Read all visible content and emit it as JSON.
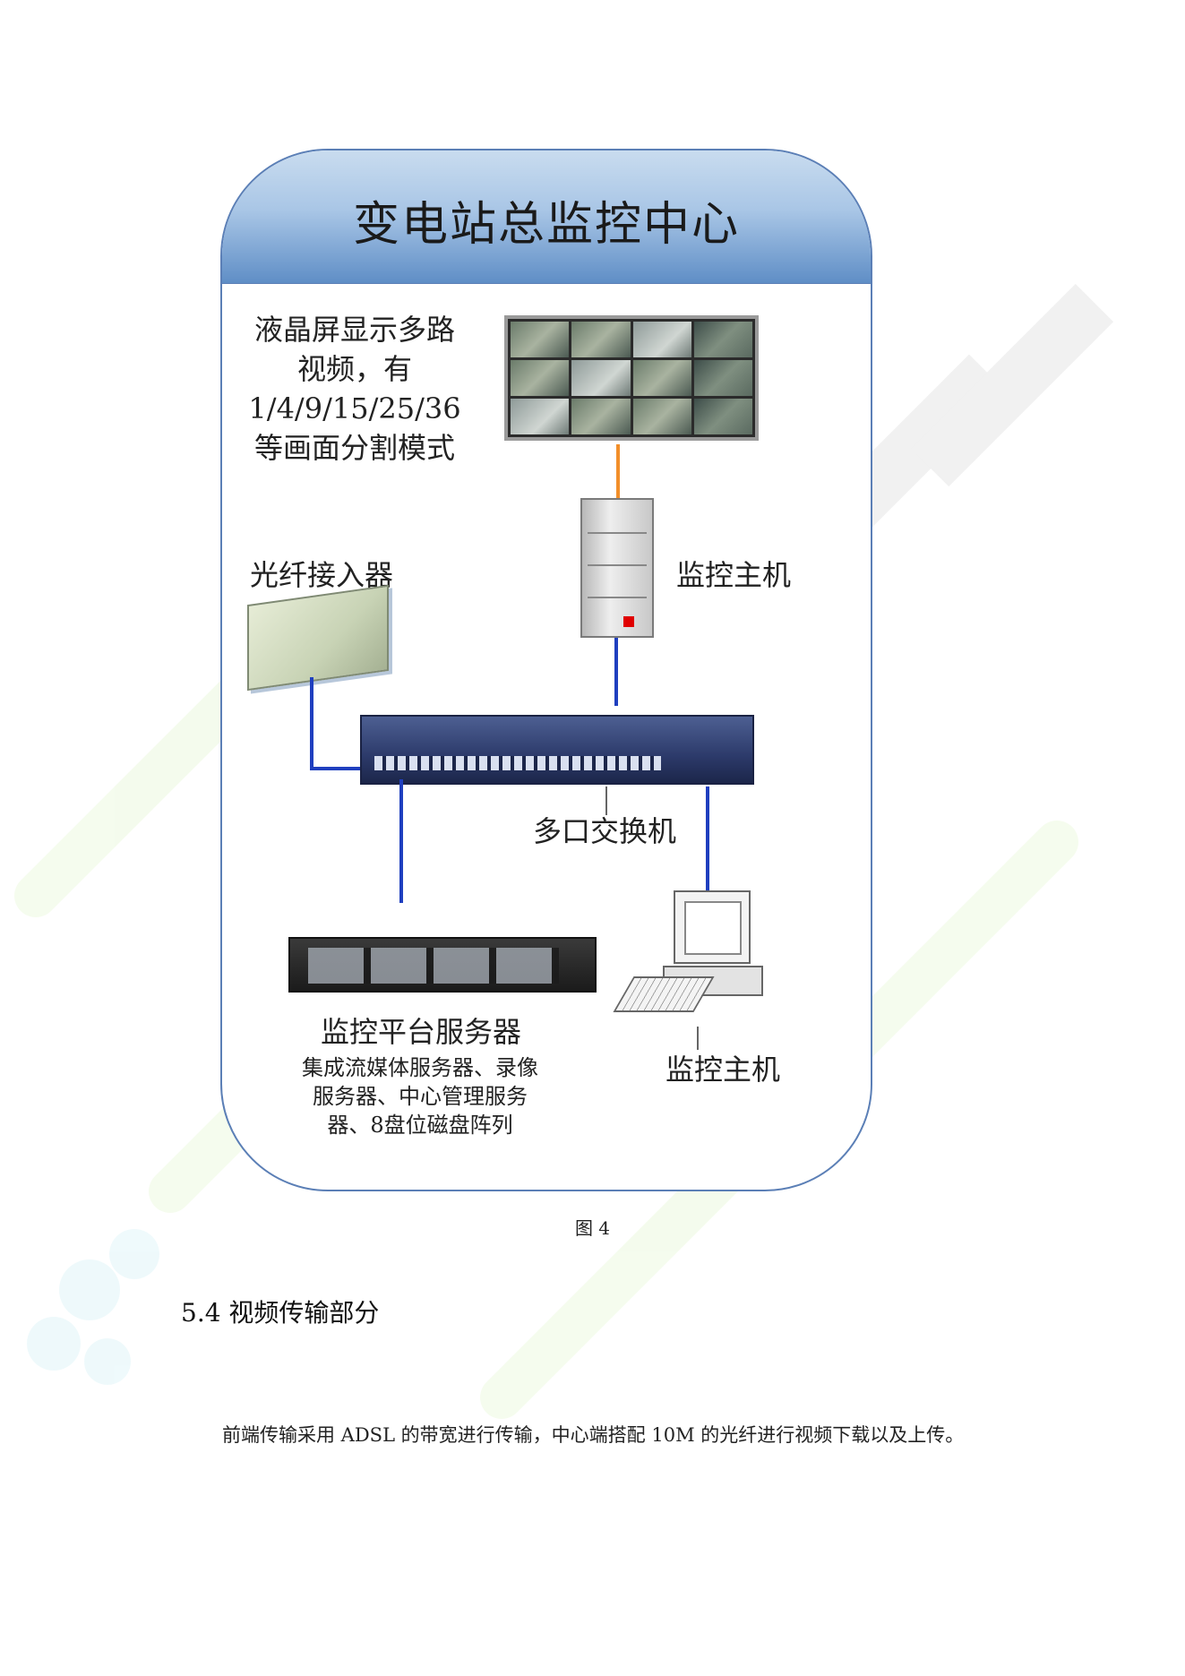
{
  "diagram": {
    "title": "变电站总监控中心",
    "video_wall_caption": [
      "液晶屏显示多路",
      "视频，有",
      "1/4/9/15/25/36",
      "等画面分割模式"
    ],
    "fiber_access_label": "光纤接入器",
    "monitor_host_top_label": "监控主机",
    "switch_label": "多口交换机",
    "server_label": "监控平台服务器",
    "server_details": [
      "集成流媒体服务器、录像",
      "服务器、中心管理服务",
      "器、8盘位磁盘阵列"
    ],
    "monitor_host_bottom_label": "监控主机"
  },
  "figure_caption": "图 4",
  "section_heading": "5.4 视频传输部分",
  "paragraph": "前端传输采用 ADSL 的带宽进行传输，中心端搭配 10M 的光纤进行视频下载以及上传。",
  "colors": {
    "header_blue": "#5f8ec6",
    "cable_blue": "#1f3fbf",
    "cable_orange": "#f28f2a",
    "indicator_red": "#e00000"
  }
}
